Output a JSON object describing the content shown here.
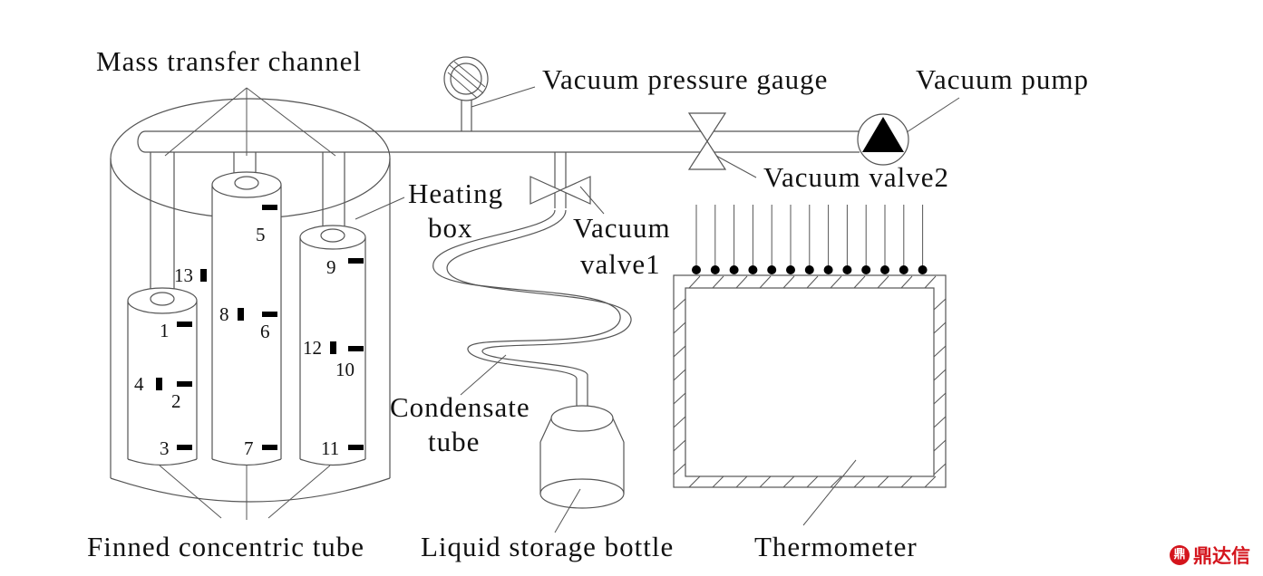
{
  "labels": {
    "mass_transfer_channel": "Mass transfer channel",
    "vacuum_pressure_gauge": "Vacuum pressure gauge",
    "vacuum_pump": "Vacuum pump",
    "vacuum_valve2": "Vacuum valve2",
    "heating_box_line1": "Heating",
    "heating_box_line2": "box",
    "vacuum_valve1_line1": "Vacuum",
    "vacuum_valve1_line2": "valve1",
    "condensate_tube_line1": "Condensate",
    "condensate_tube_line2": "tube",
    "finned_concentric_tube": "Finned concentric tube",
    "liquid_storage_bottle": "Liquid storage bottle",
    "thermometer": "Thermometer"
  },
  "sensors": [
    "1",
    "2",
    "3",
    "4",
    "5",
    "6",
    "7",
    "8",
    "9",
    "10",
    "11",
    "12",
    "13"
  ],
  "watermark": {
    "icon": "鼎",
    "text": "鼎达信"
  },
  "colors": {
    "line": "#555555",
    "sensor": "#000000",
    "watermark": "#d4141c"
  }
}
